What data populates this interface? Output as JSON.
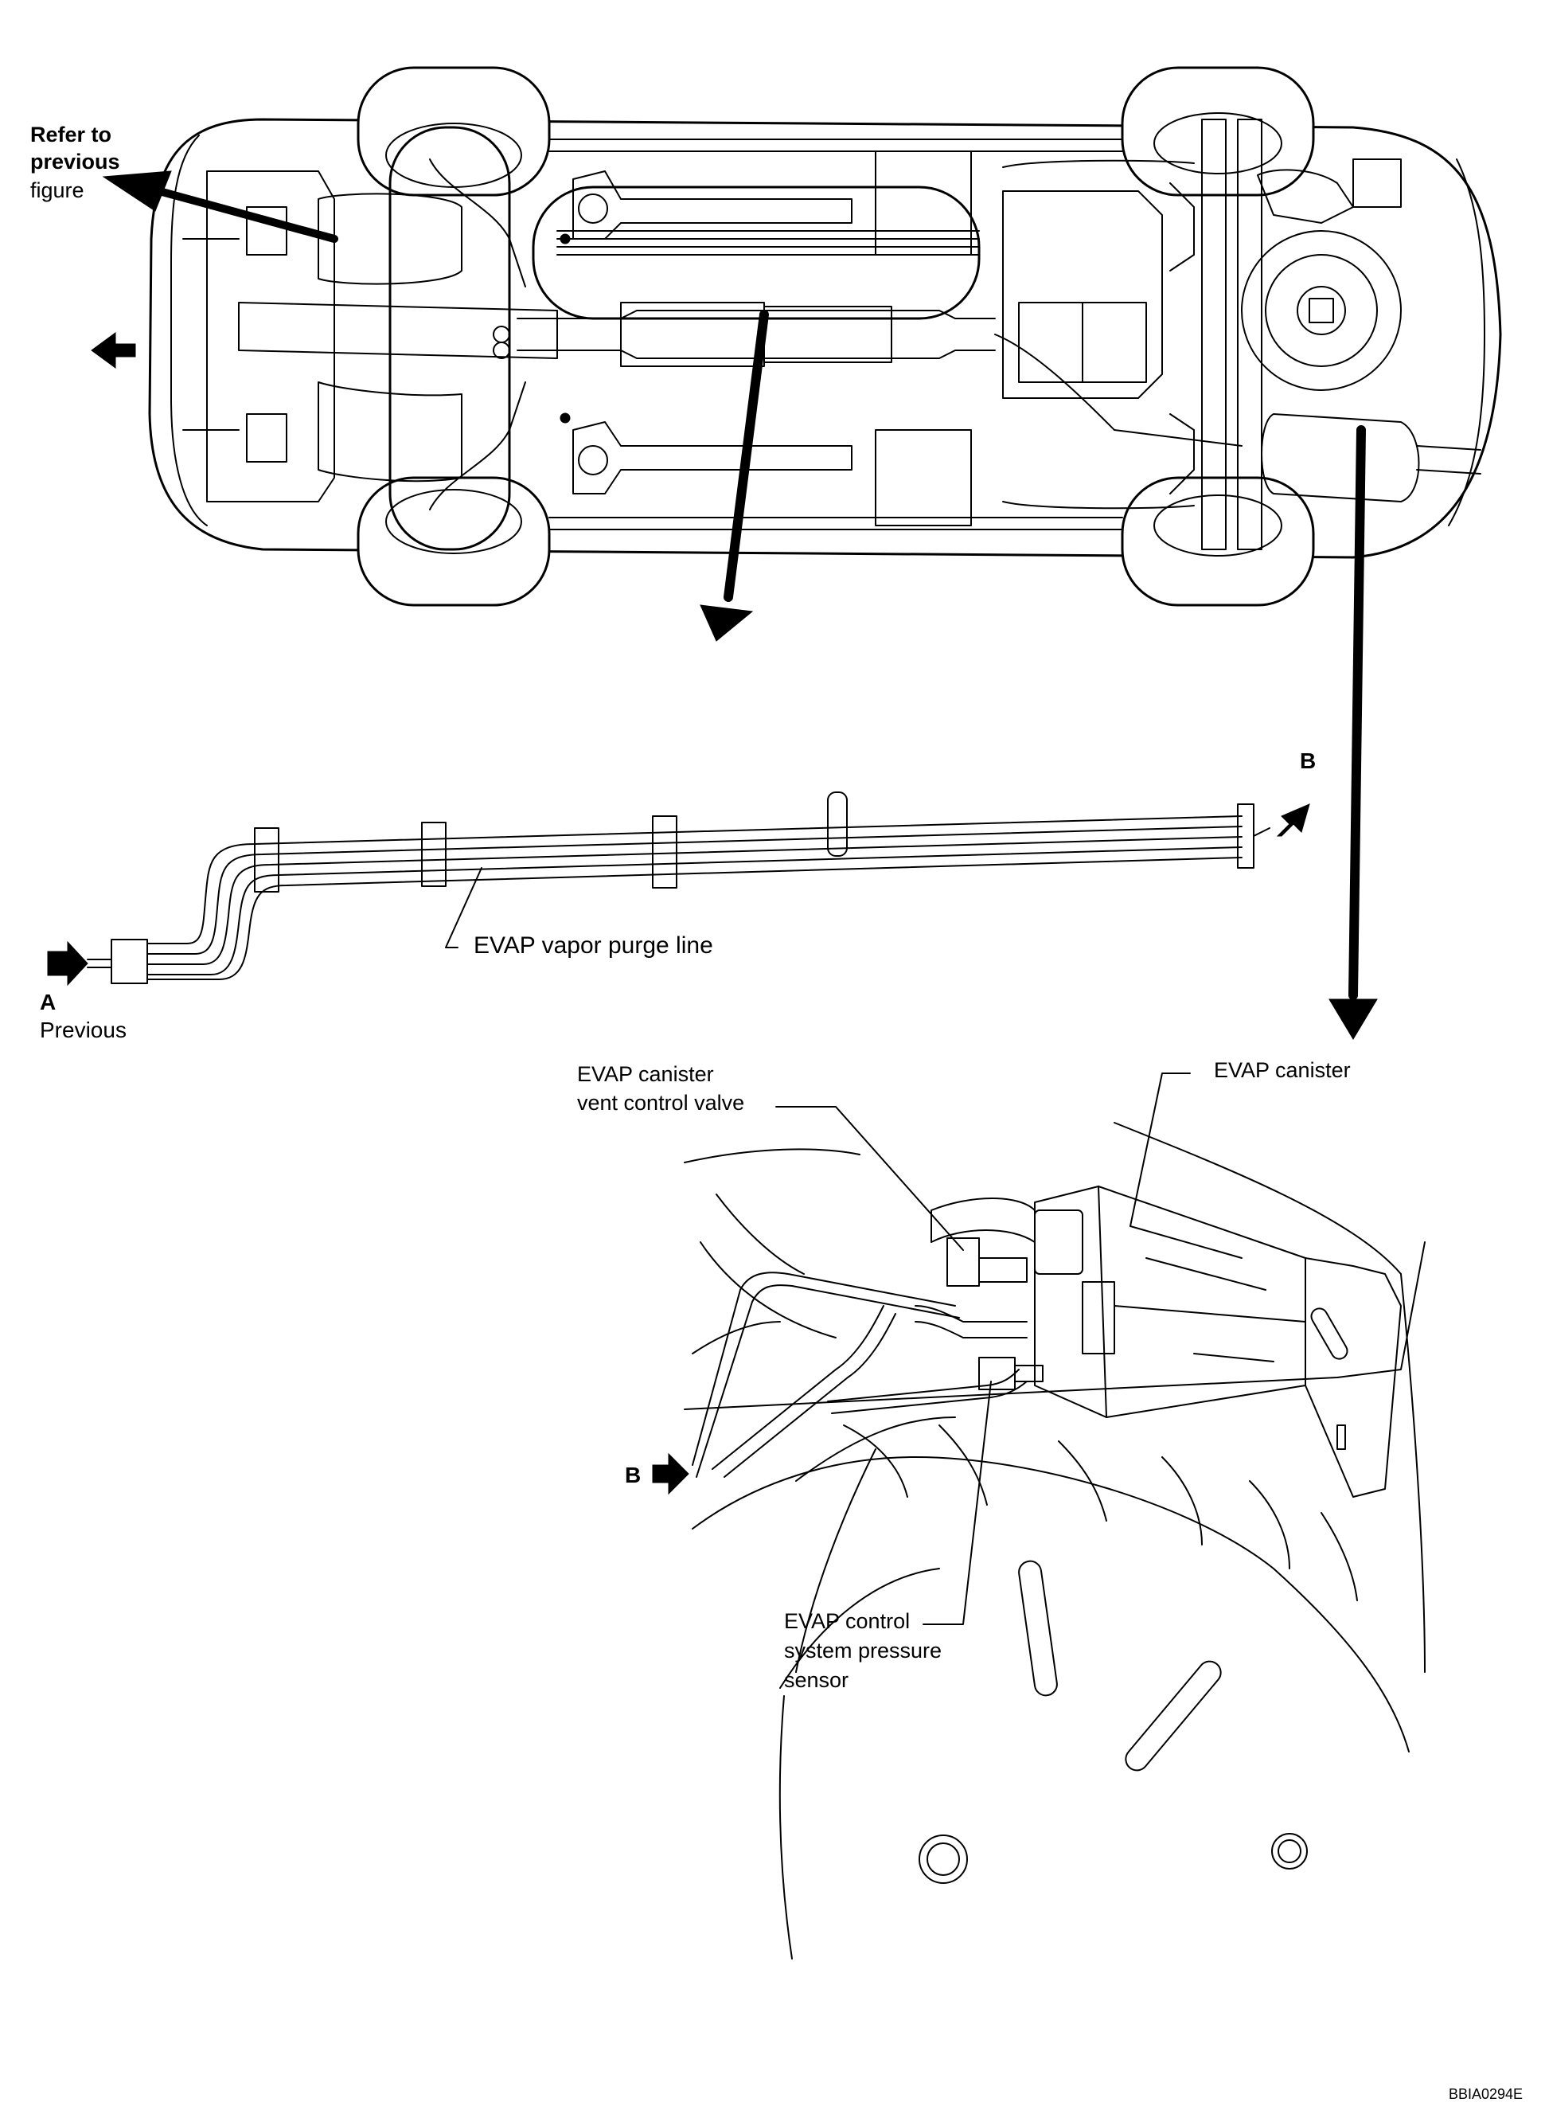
{
  "labels": {
    "refer_line1": "Refer to",
    "refer_line2": "previous",
    "refer_line3": "figure",
    "purge_line": "EVAP vapor purge line",
    "point_a": "A",
    "previous": "Previous",
    "point_b_top": "B",
    "vent_valve_line1": "EVAP canister",
    "vent_valve_line2": "vent control valve",
    "canister": "EVAP canister",
    "point_b_bottom": "B",
    "sensor_line1": "EVAP control",
    "sensor_line2": "system pressure",
    "sensor_line3": "sensor",
    "figure_code": "BBIA0294E"
  }
}
